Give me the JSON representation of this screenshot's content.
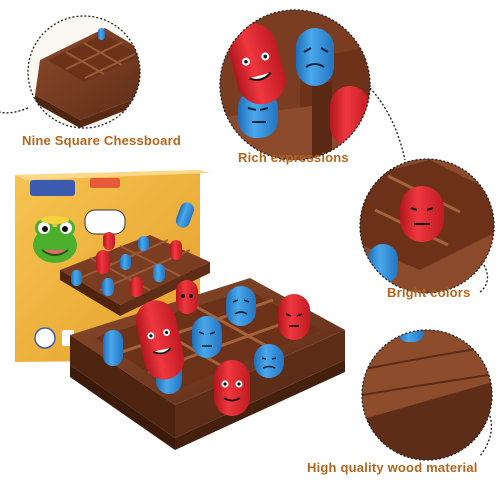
{
  "captions": {
    "chessboard": "Nine Square Chessboard",
    "expressions": "Rich expressions",
    "colors": "Bright colors",
    "wood": "High quality wood material"
  },
  "colors": {
    "caption": "#b5641c",
    "connector": "#222222",
    "wood": "#7a3d22",
    "red_piece": "#e2262f",
    "blue_piece": "#2e8fdc",
    "box_yellow": "#f2b63a"
  }
}
